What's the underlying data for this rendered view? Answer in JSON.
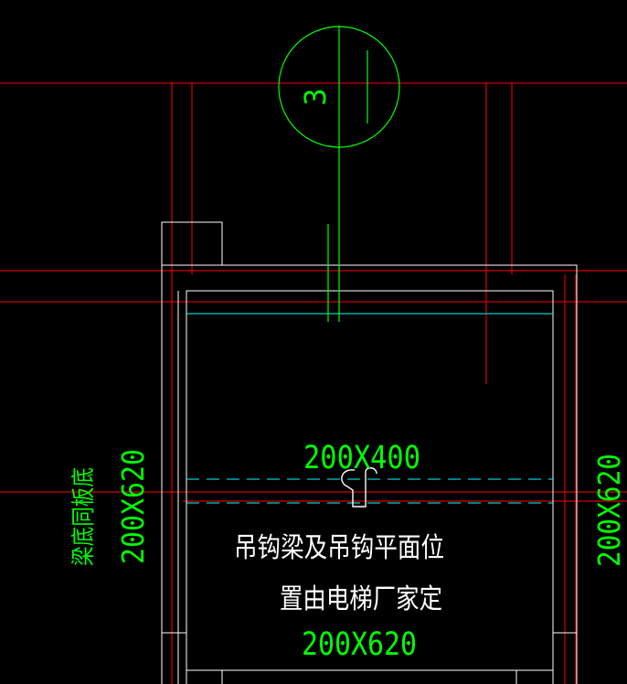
{
  "axis_marker": {
    "label": "3",
    "color": "#00ff00"
  },
  "colors": {
    "axis_line": "#ff0000",
    "wall": "#ffffff",
    "green": "#00ff00",
    "cyan": "#00ffff",
    "note": "#ffffff"
  },
  "beams": {
    "top_beam_label": "200X400",
    "bottom_beam_label": "200X620",
    "left_beam_label": "200X620",
    "right_beam_label": "200X620"
  },
  "notes": {
    "left_note": "梁底同板底",
    "main_note_line1": "吊钩梁及吊钩平面位",
    "main_note_line2": "置由电梯厂家定"
  }
}
